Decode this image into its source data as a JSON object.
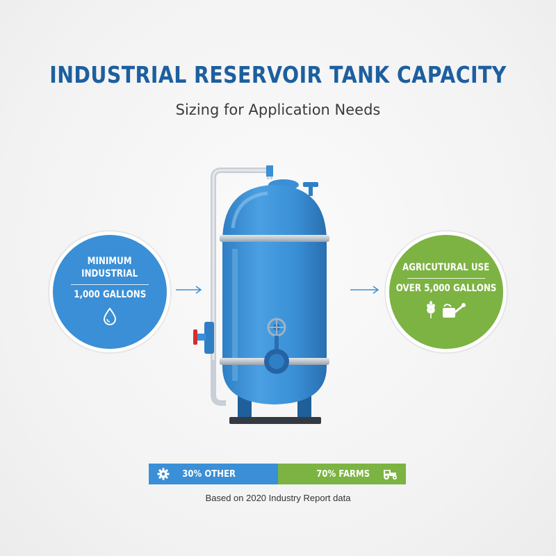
{
  "header": {
    "title": "INDUSTRIAL RESERVOIR TANK CAPACITY",
    "subtitle": "Sizing for Application Needs"
  },
  "left_circle": {
    "label_line1": "MINIMUM",
    "label_line2": "INDUSTRIAL",
    "value": "1,000 GALLONS",
    "icon": "water-drop-icon",
    "color": "#3a8fd6"
  },
  "right_circle": {
    "label": "AGRICUTURAL USE",
    "value": "OVER 5,000 GALLONS",
    "icons": [
      "wheat-icon",
      "watering-can-icon"
    ],
    "color": "#7cb342"
  },
  "tank": {
    "body_color": "#3a8fd6",
    "pipe_color": "#c9cfd6",
    "valve_color": "#d32f2f"
  },
  "split_bar": {
    "left_label": "30% OTHER",
    "left_share": 0.3,
    "left_icon": "gear-icon",
    "right_label": "70% FARMS",
    "right_share": 0.7,
    "right_icon": "tractor-icon"
  },
  "footer": {
    "source": "Based on 2020 Industry Report data"
  }
}
